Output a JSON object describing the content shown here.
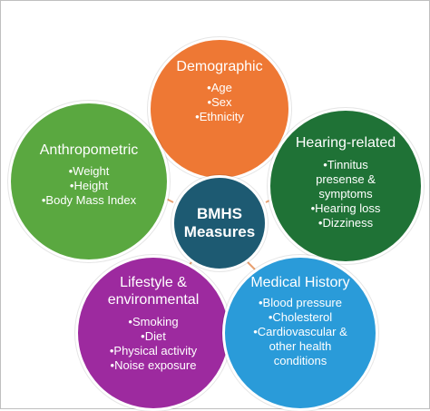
{
  "colors": {
    "center": "#1d5a72",
    "demographic": "#ee7834",
    "anthropometric": "#5aa840",
    "hearing": "#1f7236",
    "lifestyle": "#9d2a9f",
    "medical": "#2a9bd9",
    "connector": "#e8a070"
  },
  "center": {
    "line1": "BMHS",
    "line2": "Measures"
  },
  "demographic": {
    "title": "Demographic",
    "items": [
      "Age",
      "Sex",
      "Ethnicity"
    ]
  },
  "anthropometric": {
    "title": "Anthropometric",
    "items": [
      "Weight",
      "Height",
      "Body Mass Index"
    ]
  },
  "hearing": {
    "title": "Hearing-related",
    "items": [
      "Tinnitus presense & symptoms",
      "Hearing loss",
      "Dizziness"
    ]
  },
  "lifestyle": {
    "title_line1": "Lifestyle &",
    "title_line2": "environmental",
    "items": [
      "Smoking",
      "Diet",
      "Physical activity",
      "Noise exposure"
    ]
  },
  "medical": {
    "title": "Medical History",
    "items": [
      "Blood pressure",
      "Cholesterol",
      "Cardiovascular & other health conditions"
    ]
  }
}
